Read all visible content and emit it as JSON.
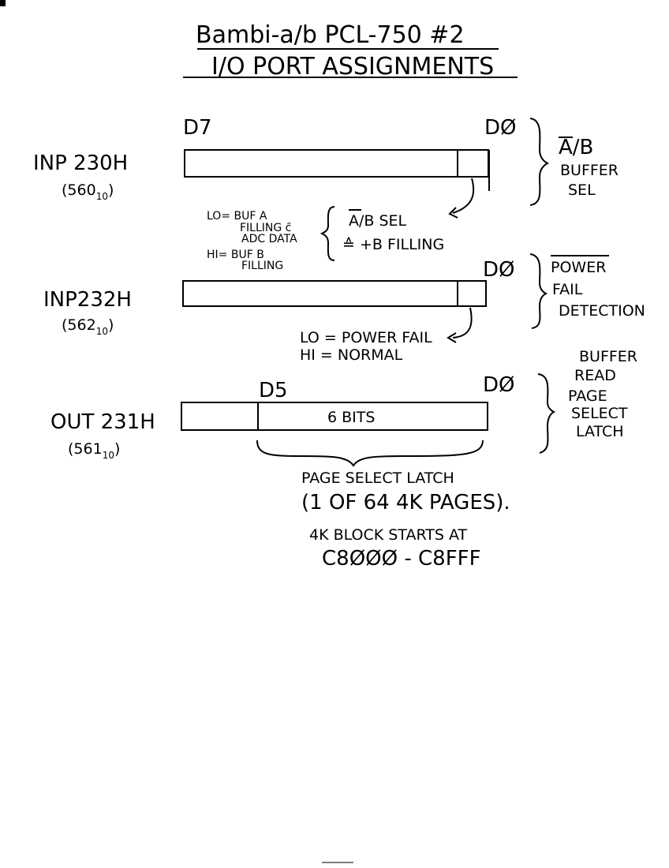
{
  "title": {
    "line1": "Bambi-a/b PCL-750 #2",
    "line2": "I/O PORT ASSIGNMENTS"
  },
  "port_230": {
    "name": "INP 230H",
    "decimal": "(560",
    "decimal_sub": "10",
    "decimal_close": ")",
    "bit_high": "D7",
    "bit_low": "DØ",
    "note_title_overbar": "A",
    "note_title_rest": "/B",
    "note_line2": "BUFFER",
    "note_line3": "SEL",
    "sel_label_overbar": "A",
    "sel_label_rest": "/B SEL",
    "sel_line2": "≙ +B FILLING",
    "lo_line1": "LO= BUF A",
    "lo_line2": "FILLING c̄",
    "lo_line3": "ADC DATA",
    "hi_line1": "HI= BUF B",
    "hi_line2": "FILLING"
  },
  "port_232": {
    "name": "INP232H",
    "decimal": "(562",
    "decimal_sub": "10",
    "decimal_close": ")",
    "bit_low": "DØ",
    "note_line1": "POWER",
    "note_line2": "FAIL",
    "note_line3": "DETECTION",
    "lo_text": "LO = POWER FAIL",
    "hi_text": "HI = NORMAL"
  },
  "port_231": {
    "name": "OUT 231H",
    "decimal": "(561",
    "decimal_sub": "10",
    "decimal_close": ")",
    "bit_high": "D5",
    "bit_low": "DØ",
    "field_label": "6 BITS",
    "note_line1": "BUFFER",
    "note_line2": "READ",
    "note_line3": "PAGE",
    "note_line4": "SELECT",
    "note_line5": "LATCH",
    "desc_line1": "PAGE SELECT LATCH",
    "desc_line2": "(1 OF 64 4K PAGES).",
    "desc_line3": "4K BLOCK STARTS AT",
    "desc_line4": "C8ØØØ - C8FFF"
  }
}
